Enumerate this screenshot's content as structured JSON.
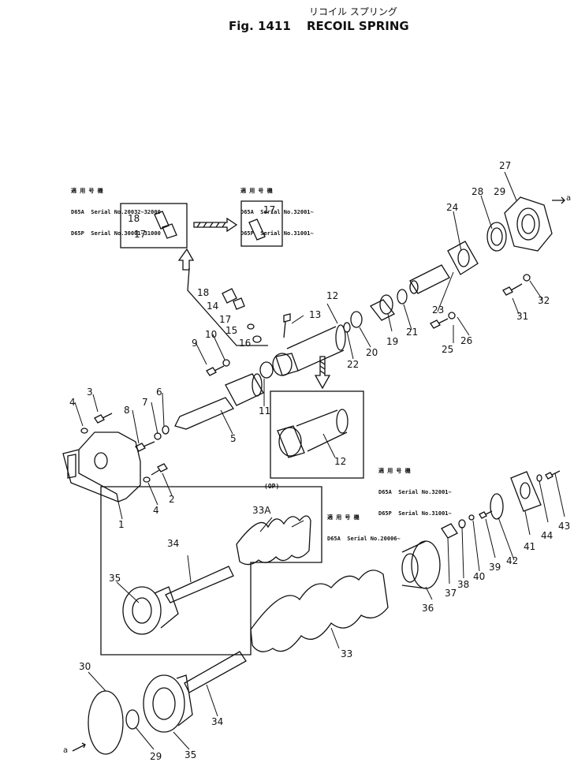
{
  "figure": {
    "number": "Fig. 1411",
    "title_ja": "リコイル スプリング",
    "title_en": "RECOIL SPRING"
  },
  "notes": {
    "applicable_label": "適 用 号 機",
    "note1_line1": "D65A  Serial No.20032~32000",
    "note1_line2": "D65P  Serial No.30001~31000",
    "note2_line1": "D65A  Serial No.32001~",
    "note2_line2": "D65P  Serial No.31001~",
    "note3_line1": "D65A  Serial No.32001~",
    "note3_line2": "D65P  Serial No.31001~",
    "note4_line1": "D65A  Serial No.20006~",
    "op_label": "(OP)"
  },
  "callouts": [
    "1",
    "2",
    "3",
    "4",
    "4",
    "5",
    "6",
    "7",
    "8",
    "9",
    "10",
    "11",
    "12",
    "12",
    "13",
    "14",
    "15",
    "16",
    "17",
    "17",
    "17",
    "18",
    "18",
    "19",
    "20",
    "21",
    "22",
    "23",
    "24",
    "25",
    "26",
    "27",
    "28",
    "29",
    "29",
    "30",
    "31",
    "32",
    "33",
    "33A",
    "34",
    "34",
    "35",
    "35",
    "36",
    "37",
    "38",
    "39",
    "40",
    "41",
    "42",
    "43",
    "44",
    "a",
    "a"
  ]
}
